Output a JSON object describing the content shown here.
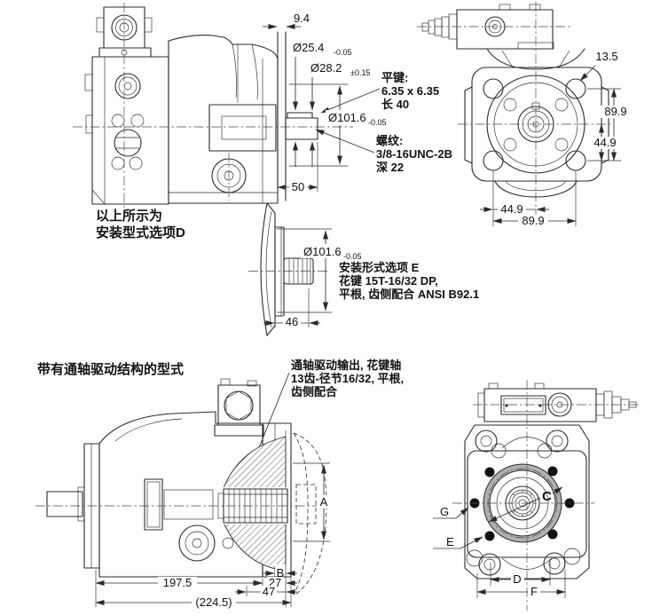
{
  "side_view_d": {
    "caption1": "以上所示为",
    "caption2": "安装型式选项D"
  },
  "shaft_d": {
    "flange_width": "9.4",
    "dia_shaft": "Ø25.4",
    "dia_shaft_tol": "-0.05",
    "dia_key": "Ø28.2",
    "dia_key_tol": "±0.15",
    "key_note1": "平键:",
    "key_note2": "6.35 x 6.35",
    "key_note3": "长 40",
    "dia_pilot": "Ø101.6",
    "dia_pilot_tol": "-0.05",
    "thread_note1": "螺纹:",
    "thread_note2": "3/8-16UNC-2B",
    "thread_note3": "深 22",
    "shaft_length": "50"
  },
  "front_view": {
    "hole_dia": "13.5",
    "dim_v_89_9": "89.9",
    "dim_v_44_9": "44.9",
    "dim_h_44_9": "44.9",
    "dim_h_89_9": "89.9"
  },
  "option_e": {
    "dia_pilot": "Ø101.6",
    "dia_pilot_tol": "-0.05",
    "note1": "安装形式选项 E",
    "note2": "花键 15T-16/32 DP,",
    "note3": "平根, 齿侧配合 ANSI B92.1",
    "shaft_length": "46"
  },
  "through_drive": {
    "caption": "带有通轴驱动结构的型式",
    "note1": "通轴驱动输出, 花键轴",
    "note2": "13齿-径节16/32, 平根,",
    "note3": "齿侧配合",
    "dim_a": "A",
    "dim_b": "B",
    "dim_length": "197.5",
    "dim_27": "27",
    "dim_47": "47",
    "dim_total": "(224.5)"
  },
  "rear_view": {
    "label_c": "C",
    "label_g": "G",
    "label_e": "E",
    "dim_d": "D",
    "dim_f": "F"
  }
}
